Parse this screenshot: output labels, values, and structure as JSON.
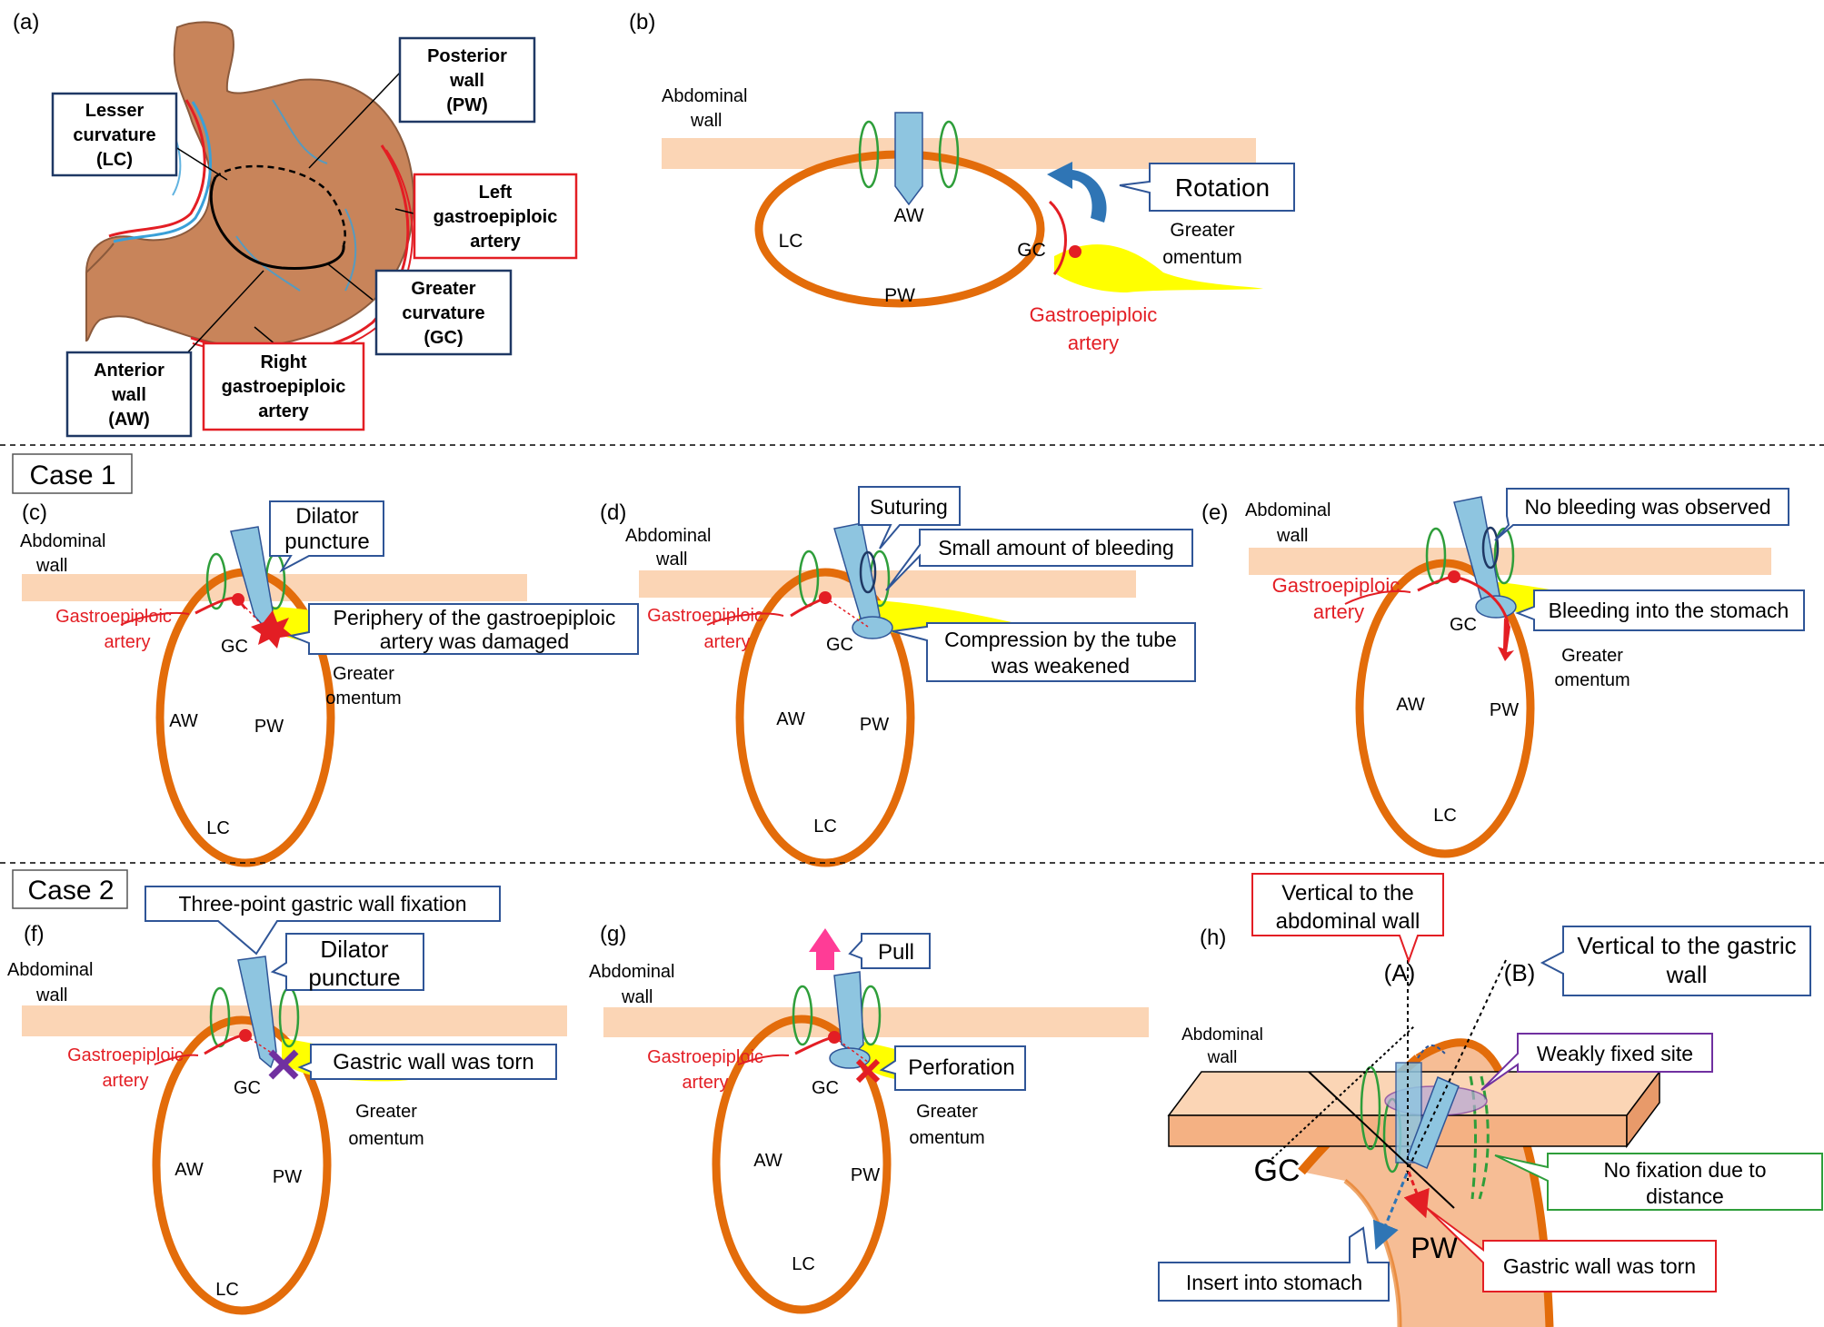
{
  "panels": {
    "a": {
      "letter": "(a)",
      "lesser_curvature": [
        "Lesser",
        "curvature",
        "(LC)"
      ],
      "posterior_wall": [
        "Posterior",
        "wall",
        "(PW)"
      ],
      "left_gea": [
        "Left",
        "gastroepiploic",
        "artery"
      ],
      "greater_curvature": [
        "Greater",
        "curvature",
        "(GC)"
      ],
      "anterior_wall": [
        "Anterior",
        "wall",
        "(AW)"
      ],
      "right_gea": [
        "Right",
        "gastroepiploic",
        "artery"
      ]
    },
    "b": {
      "letter": "(b)",
      "abdominal_wall": [
        "Abdominal",
        "wall"
      ],
      "rotation": "Rotation",
      "greater_omentum": [
        "Greater",
        "omentum"
      ],
      "aw": "AW",
      "lc": "LC",
      "gc": "GC",
      "pw": "PW",
      "gea": [
        "Gastroepiploic",
        "artery"
      ]
    },
    "c": {
      "letter": "(c)",
      "abdominal_wall": [
        "Abdominal",
        "wall"
      ],
      "dilator": [
        "Dilator",
        "puncture"
      ],
      "gea": [
        "Gastroepiploic",
        "artery"
      ],
      "damaged": [
        "Periphery of the gastroepiploic",
        "artery was damaged"
      ],
      "greater_omentum": [
        "Greater",
        "omentum"
      ],
      "gc": "GC",
      "aw": "AW",
      "pw": "PW",
      "lc": "LC"
    },
    "d": {
      "letter": "(d)",
      "abdominal_wall": [
        "Abdominal",
        "wall"
      ],
      "suturing": "Suturing",
      "small_bleeding": "Small amount of bleeding",
      "gea": [
        "Gastroepiploic",
        "artery"
      ],
      "compression": [
        "Compression by the tube",
        "was weakened"
      ],
      "gc": "GC",
      "aw": "AW",
      "pw": "PW",
      "lc": "LC"
    },
    "e": {
      "letter": "(e)",
      "abdominal_wall": [
        "Abdominal",
        "wall"
      ],
      "no_bleeding": "No bleeding was observed",
      "gea": [
        "Gastroepiploic",
        "artery"
      ],
      "bleeding_into": "Bleeding into the stomach",
      "greater_omentum": [
        "Greater",
        "omentum"
      ],
      "gc": "GC",
      "aw": "AW",
      "pw": "PW",
      "lc": "LC"
    },
    "f": {
      "letter": "(f)",
      "three_point": "Three-point gastric wall fixation",
      "dilator": [
        "Dilator",
        "puncture"
      ],
      "abdominal_wall": [
        "Abdominal",
        "wall"
      ],
      "gea": [
        "Gastroepiploic",
        "artery"
      ],
      "torn": "Gastric wall was torn",
      "greater_omentum": [
        "Greater",
        "omentum"
      ],
      "gc": "GC",
      "aw": "AW",
      "pw": "PW",
      "lc": "LC"
    },
    "g": {
      "letter": "(g)",
      "pull": "Pull",
      "abdominal_wall": [
        "Abdominal",
        "wall"
      ],
      "gea": [
        "Gastroepiploic",
        "artery"
      ],
      "perforation": "Perforation",
      "greater_omentum": [
        "Greater",
        "omentum"
      ],
      "gc": "GC",
      "aw": "AW",
      "pw": "PW",
      "lc": "LC"
    },
    "h": {
      "letter": "(h)",
      "vertical_abdominal": [
        "Vertical to the",
        "abdominal wall"
      ],
      "vertical_gastric": [
        "Vertical to the gastric",
        "wall"
      ],
      "a_label": "(A)",
      "b_label": "(B)",
      "abdominal_wall": [
        "Abdominal",
        "wall"
      ],
      "weakly_fixed": "Weakly fixed site",
      "gc": "GC",
      "no_fixation": [
        "No fixation due to",
        "distance"
      ],
      "insert": "Insert into stomach",
      "pw": "PW",
      "torn": "Gastric wall was torn"
    }
  },
  "case1": "Case 1",
  "case2": "Case 2",
  "colors": {
    "stomach_outline": "#e36c0a",
    "abdominal_wall": "#fbd5b5",
    "tube": "#8ec5e0",
    "omentum": "#ffff00",
    "artery": "#e31e24",
    "fixation": "#2e9e3a",
    "callout_blue": "#2f5597",
    "callout_red": "#e31e24",
    "callout_purple": "#7030a0",
    "callout_green": "#2e9e3a"
  }
}
